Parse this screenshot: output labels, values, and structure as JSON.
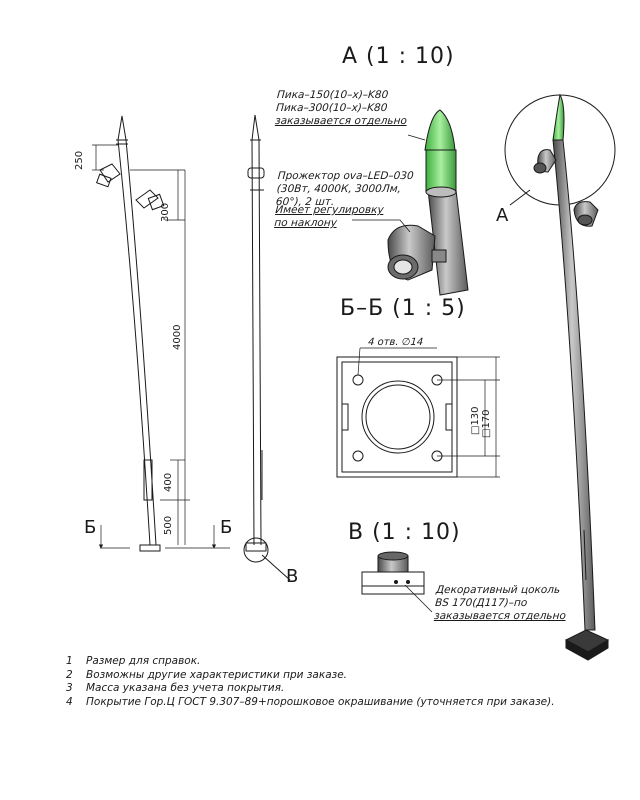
{
  "views": {
    "detail_a_title": "A (1 : 10)",
    "section_bb_title": "Б–Б (1 : 5)",
    "detail_b_title": "В (1 : 10)",
    "label_a": "А",
    "label_b": "В",
    "cut_left": "Б",
    "cut_right": "Б"
  },
  "callouts": {
    "tip_line1": "Пика–150(10–x)–K80",
    "tip_line2": "Пика–300(10–x)–K80",
    "tip_line3": "заказывается отдельно",
    "spot_line1": "Прожектор ova–LED–030",
    "spot_line2": "(30Вт, 4000К, 3000Лм,",
    "spot_line3": "60°), 2 шт.",
    "spot_line4": "Имеет регулировку",
    "spot_line5": "по наклону",
    "base_line1": "Декоративный цоколь",
    "base_line2": "BS 170(Д117)–по",
    "base_line3": "заказывается отдельно"
  },
  "dimensions": {
    "d250": "250",
    "d300": "300",
    "d4000": "4000",
    "d400": "400",
    "d500": "500",
    "holes": "4 отв. ∅14",
    "d130": "□130",
    "d170": "□170"
  },
  "notes": [
    {
      "num": "1",
      "text": "Размер для справок."
    },
    {
      "num": "2",
      "text": "Возможны другие характеристики при заказе."
    },
    {
      "num": "3",
      "text": "Масса указана без учета покрытия."
    },
    {
      "num": "4",
      "text": "Покрытие Гор.Ц ГОСТ 9.307–89+порошковое окрашивание (уточняется при заказе)."
    }
  ],
  "colors": {
    "line": "#1a1a1a",
    "green": "#6fd26f",
    "metal_dark": "#555555",
    "metal_mid": "#9a9a9a"
  }
}
